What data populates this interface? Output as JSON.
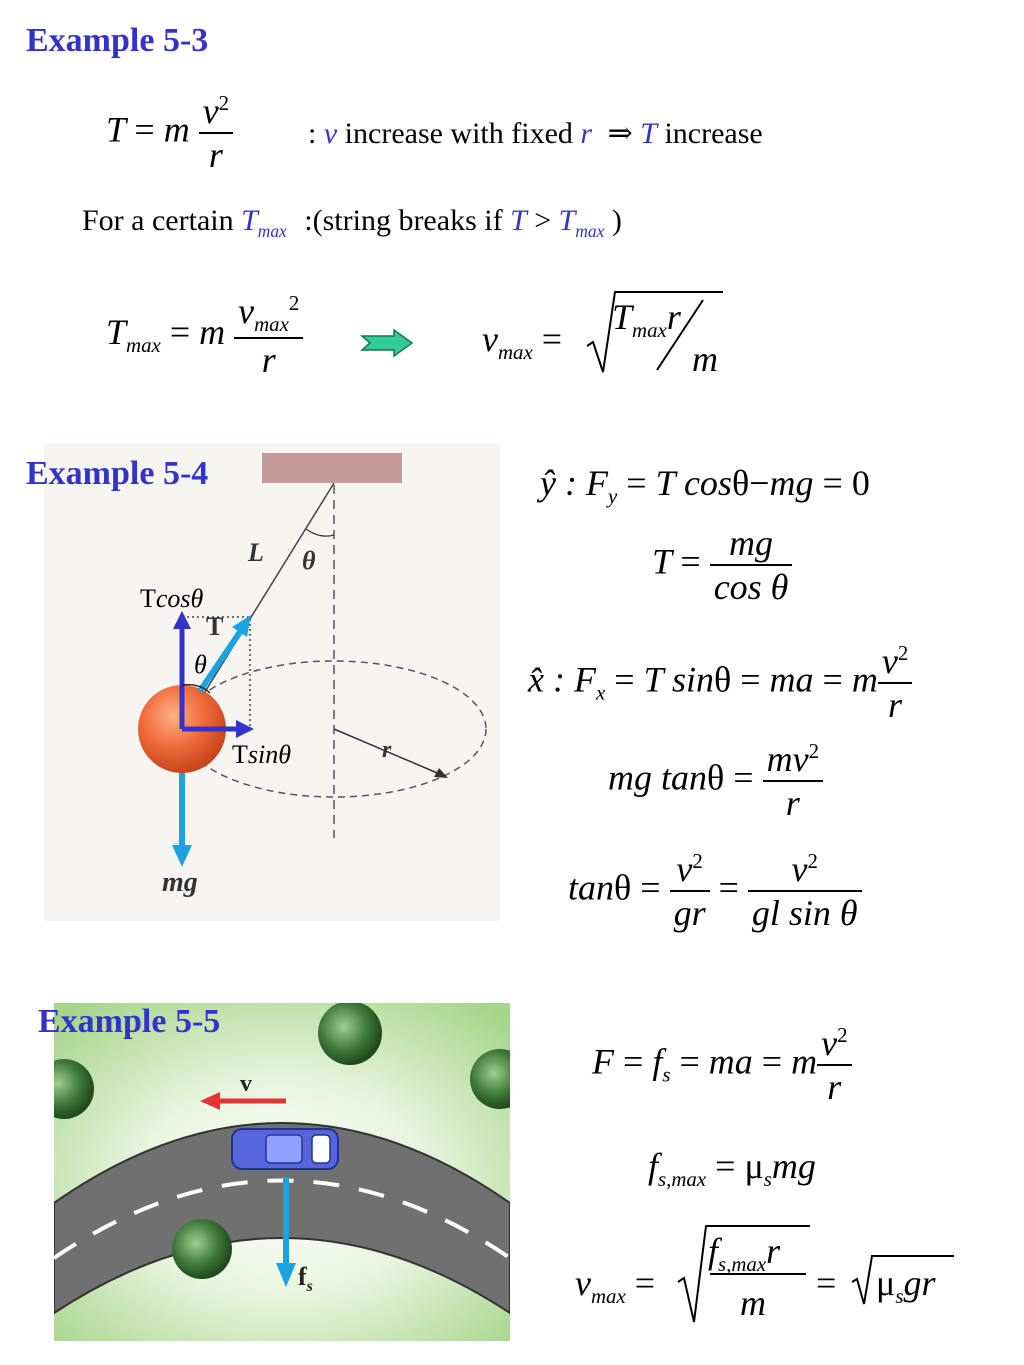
{
  "ex3": {
    "heading": "Example 5-3",
    "eq1": {
      "lhs": "T",
      "eqsign": "=",
      "m": "m",
      "num": "v",
      "exp": "2",
      "den": "r"
    },
    "note": {
      "colon": ":",
      "v": "v",
      "text": "increase with fixed",
      "r": "r",
      "arrow": "⇒",
      "T": "T",
      "tail": "increase"
    },
    "line2": {
      "prefix": "For a certain",
      "T": "T",
      "sub": "max",
      "middle": ":(string breaks if",
      "T2": "T",
      "gt": ">",
      "T3": "T",
      "sub3": "max",
      "close": ")"
    },
    "eq2": {
      "lhs": "T",
      "lhs_sub": "max",
      "eqsign": "=",
      "m": "m",
      "num": "v",
      "num_sub": "max",
      "exp": "2",
      "den": "r"
    },
    "eq3": {
      "lhs": "v",
      "lhs_sub": "max",
      "eqsign": "=",
      "T": "T",
      "T_sub": "max",
      "r": "r",
      "m": "m"
    }
  },
  "ex4": {
    "heading": "Example 5-4",
    "figure": {
      "L": "L",
      "theta_top": "θ",
      "T": "T",
      "theta_ball": "θ",
      "r": "r",
      "mg": "mg",
      "tcos_T": "T",
      "tcos_rest": "cosθ",
      "tsin_T": "T",
      "tsin_rest": "sinθ"
    },
    "eq1": "ŷ : F_y = T cosθ − mg = 0",
    "eq2": "T = mg / cosθ",
    "eq3": "x̂ : F_x = T sinθ = ma = m v²/r",
    "eq4": "mg tanθ = mv²/r",
    "eq5": "tanθ = v²/gr = v²/gl sinθ",
    "eq1_parts": {
      "yhat": "ŷ",
      "colon": ":",
      "F": "F",
      "sub": "y",
      "eq": "=",
      "T": "T",
      "cos": "cos",
      "theta": "θ",
      "minus": "−",
      "mg": "mg",
      "eq2": "=",
      "zero": "0"
    },
    "eq2_parts": {
      "T": "T",
      "eq": "=",
      "num": "mg",
      "den": "cos θ"
    },
    "eq3_parts": {
      "xhat": "x̂",
      "colon": ":",
      "F": "F",
      "sub": "x",
      "eq": "=",
      "T": "T",
      "sin": "sin",
      "theta": "θ",
      "eq2": "=",
      "ma": "ma",
      "eq3": "=",
      "m": "m",
      "num": "v",
      "exp": "2",
      "den": "r"
    },
    "eq4_parts": {
      "mg": "mg",
      "tan": "tan",
      "theta": "θ",
      "eq": "=",
      "num": "mv",
      "exp": "2",
      "den": "r"
    },
    "eq5_parts": {
      "tan": "tan",
      "theta": "θ",
      "eq": "=",
      "num1": "v",
      "exp1": "2",
      "den1": "gr",
      "eq2": "=",
      "num2": "v",
      "exp2": "2",
      "den2": "gl sin θ"
    }
  },
  "ex5": {
    "heading": "Example 5-5",
    "figure": {
      "v": "v",
      "fs": "f",
      "fs_sub": "s"
    },
    "eq1_parts": {
      "F": "F",
      "eq": "=",
      "f": "f",
      "sub": "s",
      "eq2": "=",
      "ma": "ma",
      "eq3": "=",
      "m": "m",
      "num": "v",
      "exp": "2",
      "den": "r"
    },
    "eq2_parts": {
      "f": "f",
      "sub": "s,max",
      "eq": "=",
      "mu": "μ",
      "mu_sub": "s",
      "mg": "mg"
    },
    "eq3_parts": {
      "v": "v",
      "v_sub": "max",
      "eq": "=",
      "num_f": "f",
      "num_sub": "s,max",
      "num_r": "r",
      "den": "m",
      "eq2": "=",
      "mu": "μ",
      "mu_sub": "s",
      "gr": "gr"
    }
  },
  "colors": {
    "heading": "#3333cc",
    "arrow_cyan": "#1aa3e0",
    "arrow_blue": "#3333cc",
    "arrow_red": "#e53333",
    "green_arrow": "#33cc99"
  }
}
